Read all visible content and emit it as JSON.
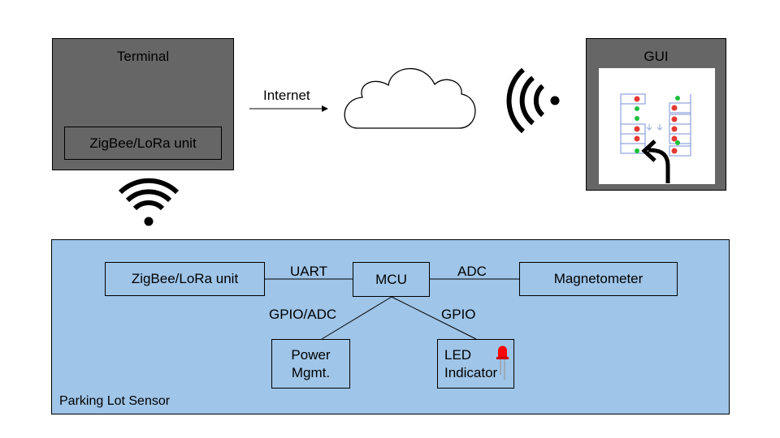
{
  "terminal": {
    "title": "Terminal",
    "unit_label": "ZigBee/LoRa unit"
  },
  "connection": {
    "internet_label": "Internet"
  },
  "gui": {
    "title": "GUI"
  },
  "sensor": {
    "panel_label": "Parking Lot Sensor",
    "zigbee_label": "ZigBee/LoRa unit",
    "mcu_label": "MCU",
    "magnetometer_label": "Magnetometer",
    "power_line1": "Power",
    "power_line2": "Mgmt.",
    "led_line1": "LED",
    "led_line2": "Indicator",
    "uart_label": "UART",
    "adc_label": "ADC",
    "gpio_adc_label": "GPIO/ADC",
    "gpio_label": "GPIO"
  },
  "colors": {
    "panel_fill": "#9fc5e8",
    "terminal_fill": "#666666",
    "occupied": "#e53935",
    "free": "#1fbf3a",
    "led": "#ff0000"
  },
  "icons": [
    "cloud-icon",
    "wifi-icon",
    "wifi-sideways-icon",
    "led-icon",
    "turn-arrow-icon"
  ]
}
